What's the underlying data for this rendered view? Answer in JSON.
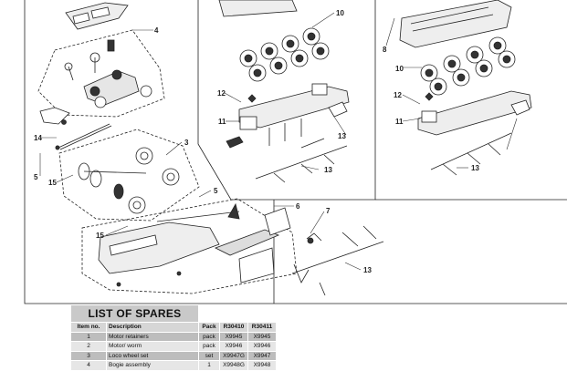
{
  "callouts": [
    "4",
    "10",
    "8",
    "10",
    "12",
    "12",
    "11",
    "11",
    "14",
    "13",
    "3",
    "5",
    "15",
    "13",
    "13",
    "5",
    "6",
    "7",
    "15",
    "13"
  ],
  "spares": {
    "title": "LIST OF SPARES",
    "columns": [
      "Item no.",
      "Description",
      "Pack",
      "R30410",
      "R30411"
    ],
    "rows": [
      [
        "1",
        "Motor retainers",
        "pack",
        "X9945",
        "X9945"
      ],
      [
        "2",
        "Motor/ worm",
        "pack",
        "X9946",
        "X9946"
      ],
      [
        "3",
        "Loco wheel set",
        "set",
        "X9947G",
        "X9947"
      ],
      [
        "4",
        "Bogie assembly",
        "1",
        "X9948G",
        "X9948"
      ]
    ]
  }
}
